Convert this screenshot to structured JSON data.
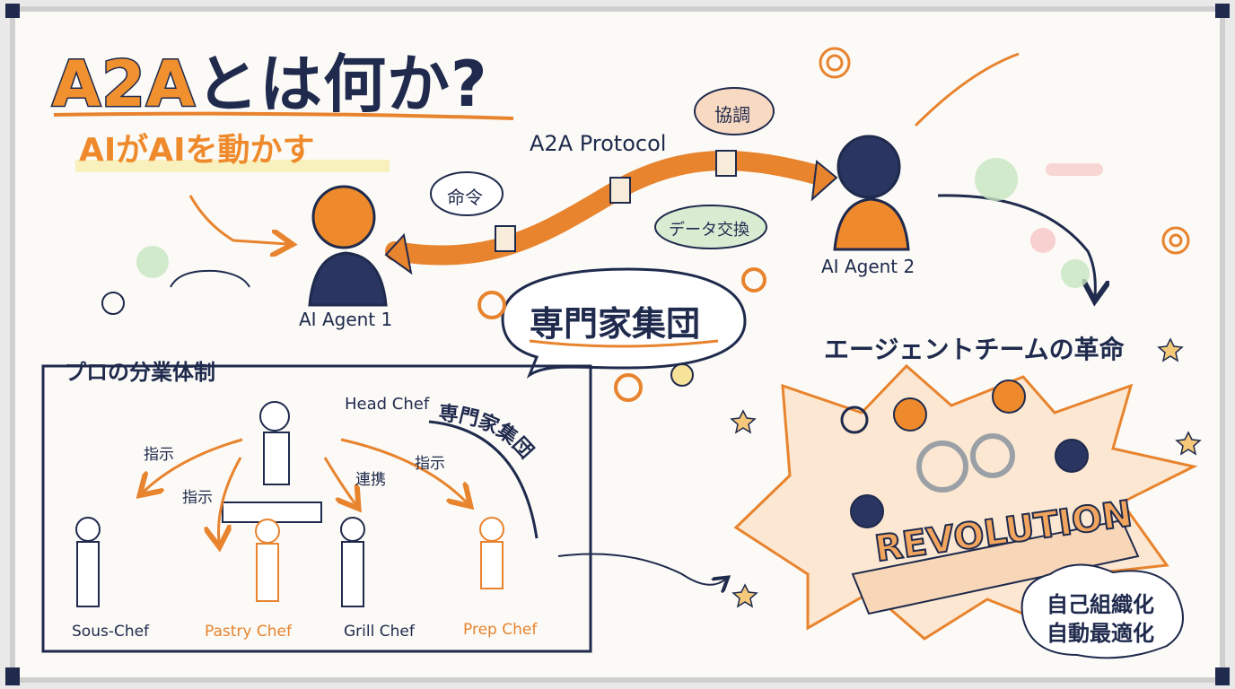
{
  "title": {
    "main": "とは何か?",
    "accent": "A2A"
  },
  "subtitle": "AIがAIを動かす",
  "protocol_label": "A2A Protocol",
  "agents": {
    "agent1": "AI Agent 1",
    "agent2": "AI Agent 2"
  },
  "bubbles": {
    "order": "命令",
    "cooperation": "協調",
    "data_exchange": "データ交換"
  },
  "expert_group": "専門家集団",
  "division_section": {
    "title": "プロの分業体制",
    "head_chef": "Head Chef",
    "instruction": "指示",
    "link": "連携",
    "curved_label": "専門家集団",
    "chefs": [
      "Sous-Chef",
      "Pastry Chef",
      "Grill Chef",
      "Prep Chef"
    ]
  },
  "team_section": {
    "title": "エージェントチームの革命",
    "banner": "REVOLUTION",
    "features": [
      "自己組織化",
      "自動最適化"
    ]
  },
  "colors": {
    "navy": "#1f2a4d",
    "orange": "#e8832e",
    "board": "#fbfaf6"
  }
}
